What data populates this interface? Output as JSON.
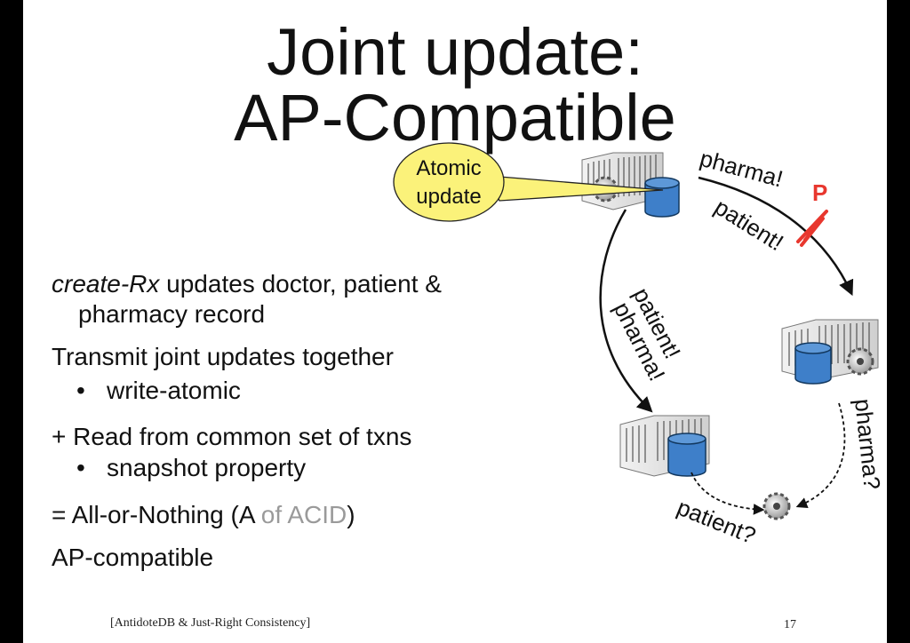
{
  "title": {
    "line1": "Joint update:",
    "line2": "AP-Compatible"
  },
  "callout": {
    "line1": "Atomic",
    "line2": "update"
  },
  "partition_mark": "P",
  "body": {
    "rx_term": "create-Rx",
    "rx_rest": " updates doctor, patient &",
    "rx_cont": "pharmacy record",
    "transmit": "Transmit joint updates together",
    "bullet1": "write-atomic",
    "read": "+ Read from common set of txns",
    "bullet2": "snapshot property",
    "all_pre": "= All-or-Nothing (A ",
    "all_gray": "of ACID",
    "all_post": ")",
    "ap": "AP-compatible"
  },
  "diagram_labels": {
    "pharma_bang": "pharma!",
    "patient_bang": "patient!",
    "patient_pharma_left_1": "patient!",
    "patient_pharma_left_2": "pharma!",
    "pharma_q": "pharma?",
    "patient_q": "patient?"
  },
  "footer": {
    "citation": "[AntidoteDB & Just-Right Consistency]",
    "page": "17"
  },
  "colors": {
    "callout_fill": "#fbf27a",
    "database": "#3e7fc9",
    "partition_mark": "#e8372e"
  }
}
